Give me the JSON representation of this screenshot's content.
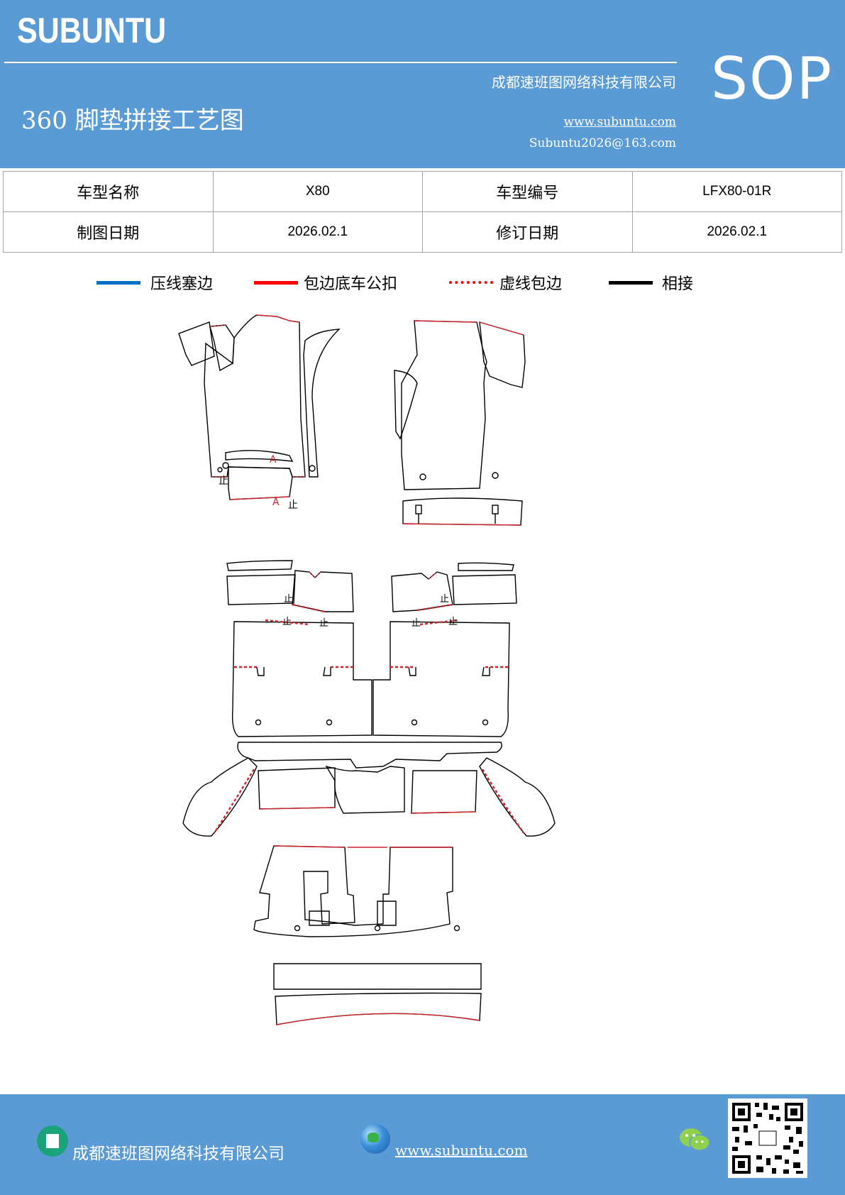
{
  "header": {
    "brand": "SUBUNTU",
    "sop": "SOP",
    "company": "成都速班图网络科技有限公司",
    "title": "360 脚垫拼接工艺图",
    "website": "www.subuntu.com",
    "email": "Subuntu2026@163.com",
    "bg_color": "#5b9bd5"
  },
  "info": {
    "model_name_label": "车型名称",
    "model_name_value": "X80",
    "model_code_label": "车型编号",
    "model_code_value": "LFX80-01R",
    "draw_date_label": "制图日期",
    "draw_date_value": "2026.02.1",
    "revise_date_label": "修订日期",
    "revise_date_value": "2026.02.1"
  },
  "legend": [
    {
      "label": "压线塞边",
      "color": "#0070c0",
      "style": "solid"
    },
    {
      "label": "包边底车公扣",
      "color": "#ff0000",
      "style": "solid"
    },
    {
      "label": "虚线包边",
      "color": "#ff0000",
      "style": "dashed"
    },
    {
      "label": "相接",
      "color": "#000000",
      "style": "solid"
    }
  ],
  "drawing": {
    "marker_a": "A",
    "marker_stop": "止"
  },
  "footer": {
    "company": "成都速班图网络科技有限公司",
    "website": "www.subuntu.com",
    "building_icon": "building-icon",
    "globe_icon": "globe-icon",
    "chat_icon": "wechat-icon",
    "qr": "qr-code"
  }
}
